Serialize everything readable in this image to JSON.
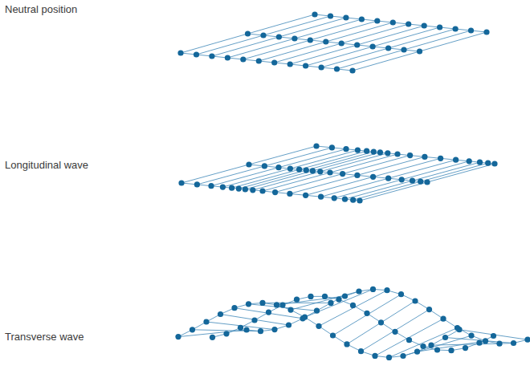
{
  "diagram": {
    "labels": [
      "Neutral position",
      "Longitudinal wave",
      "Transverse wave"
    ]
  }
}
